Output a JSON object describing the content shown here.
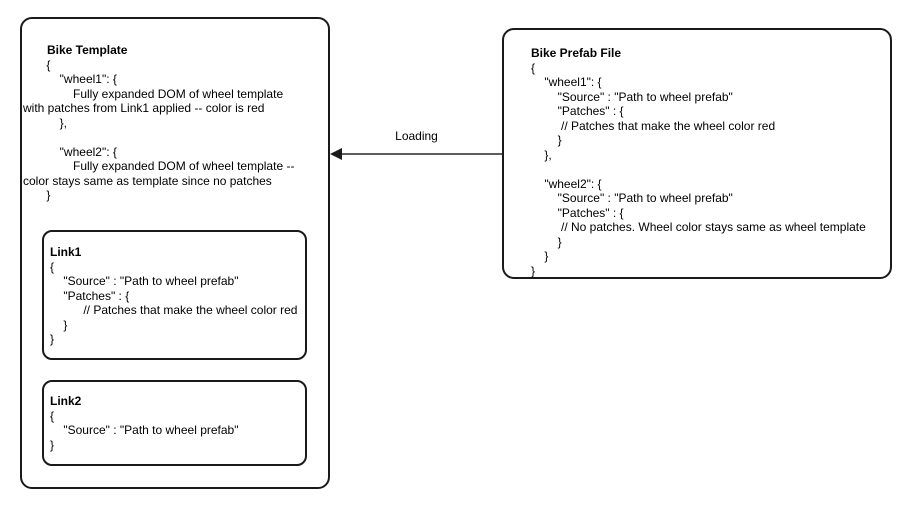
{
  "canvas": {
    "background_color": "#ffffff",
    "box_border_color": "#1a1a1a",
    "text_color": "#000000",
    "arrow_line_color": "#5c5c5c",
    "arrow_head_color": "#1a1a1a"
  },
  "boxes": {
    "bike_template": {
      "title": "Bike Template",
      "code": "       {\n           \"wheel1\": {\n               Fully expanded DOM of wheel template\nwith patches from Link1 applied -- color is red\n           },\n\n           \"wheel2\": {\n               Fully expanded DOM of wheel template --\ncolor stays same as template since no patches\n       }"
    },
    "link1": {
      "title": "Link1",
      "code": "{\n    \"Source\" : \"Path to wheel prefab\"\n    \"Patches\" : {\n          // Patches that make the wheel color red\n    }\n}"
    },
    "link2": {
      "title": "Link2",
      "code": "{\n    \"Source\" : \"Path to wheel prefab\"\n}"
    },
    "bike_prefab_file": {
      "title": "Bike Prefab File",
      "code": "{\n    \"wheel1\": {\n        \"Source\" : \"Path to wheel prefab\"\n        \"Patches\" : {\n         // Patches that make the wheel color red\n        }\n    },\n\n    \"wheel2\": {\n        \"Source\" : \"Path to wheel prefab\"\n        \"Patches\" : {\n         // No patches. Wheel color stays same as wheel template\n        }\n    }\n}"
    }
  },
  "arrow": {
    "label": "Loading",
    "direction": "right-to-left"
  }
}
